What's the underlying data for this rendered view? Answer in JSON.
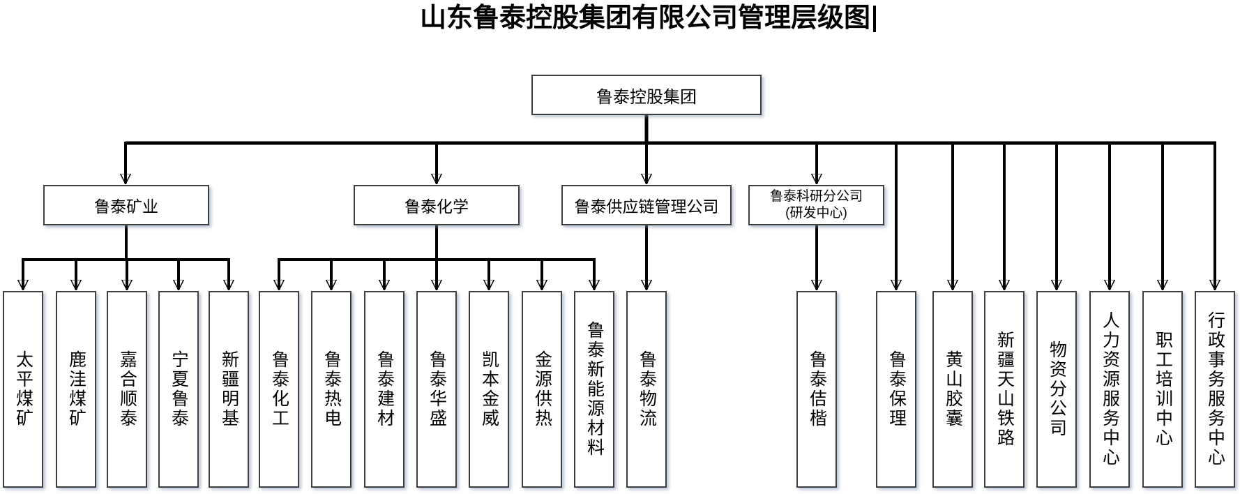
{
  "title": "山东鲁泰控股集团有限公司管理层级图",
  "colors": {
    "line": "#000000",
    "box_border": "#3f3f3f",
    "background": "#ffffff",
    "text": "#000000"
  },
  "org": {
    "root": "鲁泰控股集团",
    "branches": [
      {
        "label": "鲁泰矿业",
        "children": [
          "太平煤矿",
          "鹿洼煤矿",
          "嘉合顺泰",
          "宁夏鲁泰",
          "新疆明基"
        ]
      },
      {
        "label": "鲁泰化学",
        "children": [
          "鲁泰化工",
          "鲁泰热电",
          "鲁泰建材",
          "鲁泰华盛",
          "凯本金威",
          "金源供热",
          "鲁泰新能源材料"
        ]
      },
      {
        "label": "鲁泰供应链管理公司",
        "children": [
          "鲁泰物流"
        ]
      },
      {
        "label_line1": "鲁泰科研分公司",
        "label_line2": "(研发中心)",
        "children": [
          "鲁泰佶楷"
        ]
      }
    ],
    "direct_subsidiaries": [
      "鲁泰保理",
      "黄山胶囊",
      "新疆天山铁路",
      "物资分公司",
      "人力资源服务中心",
      "职工培训中心",
      "行政事务服务中心"
    ]
  }
}
